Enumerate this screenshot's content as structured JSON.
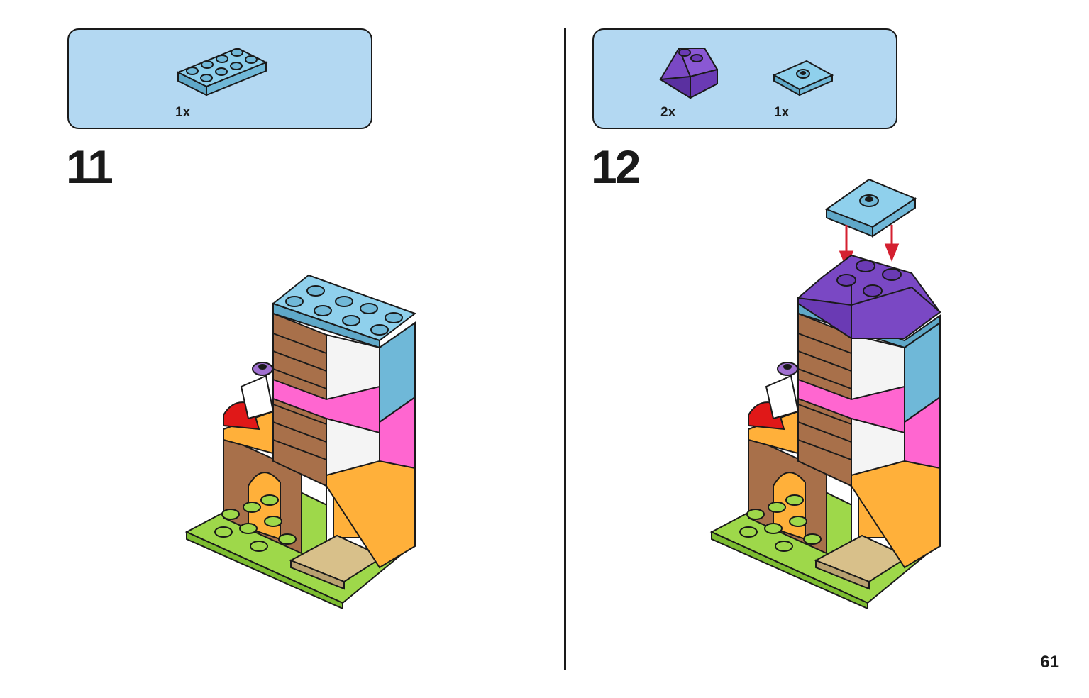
{
  "steps": [
    {
      "number": "11",
      "parts": [
        {
          "icon": "light-blue-plate-2x4-icon",
          "quantity": "1x",
          "color": "#7fc4e0"
        }
      ]
    },
    {
      "number": "12",
      "parts": [
        {
          "icon": "purple-slope-brick-icon",
          "quantity": "2x",
          "color": "#6b3fb0"
        },
        {
          "icon": "light-blue-jumper-plate-icon",
          "quantity": "1x",
          "color": "#7fc4e0"
        }
      ]
    }
  ],
  "page_number": "61",
  "colors": {
    "parts_box_bg": "#b3d8f2",
    "light_blue": "#6fb8d8",
    "pink": "#ff66d0",
    "orange": "#ffb03a",
    "green": "#9ed84a",
    "tan": "#d8c08a",
    "brown": "#a8704a",
    "red": "#e01818",
    "purple": "#7040b8",
    "arrow_red": "#d42030"
  }
}
